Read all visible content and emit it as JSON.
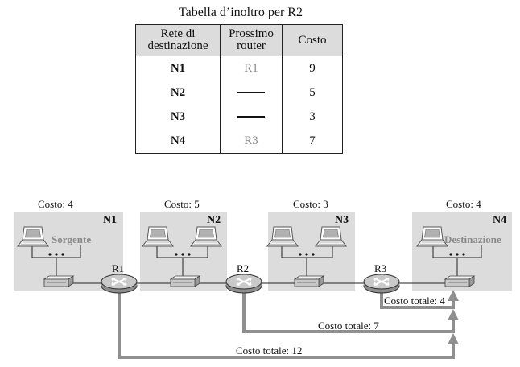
{
  "table": {
    "title": "Tabella d’inoltro per R2",
    "headers": [
      "Rete di\ndestinazione",
      "Prossimo\nrouter",
      "Costo"
    ],
    "rows": [
      {
        "dest": "N1",
        "next": "R1",
        "cost": "9"
      },
      {
        "dest": "N2",
        "next": "—",
        "cost": "5"
      },
      {
        "dest": "N3",
        "next": "—",
        "cost": "3"
      },
      {
        "dest": "N4",
        "next": "R3",
        "cost": "7"
      }
    ]
  },
  "networks": [
    {
      "name": "N1",
      "cost_label": "Costo: 4",
      "role": "Sorgente"
    },
    {
      "name": "N2",
      "cost_label": "Costo: 5",
      "role": ""
    },
    {
      "name": "N3",
      "cost_label": "Costo: 3",
      "role": ""
    },
    {
      "name": "N4",
      "cost_label": "Costo: 4",
      "role": "Destinazione"
    }
  ],
  "routers": [
    "R1",
    "R2",
    "R3"
  ],
  "paths": [
    {
      "label": "Costo totale: 4"
    },
    {
      "label": "Costo totale: 7"
    },
    {
      "label": "Costo totale: 12"
    }
  ],
  "colors": {
    "network_bg": "#dcdcdc",
    "path": "#8f8f8f",
    "router": "#a9a9a9"
  }
}
